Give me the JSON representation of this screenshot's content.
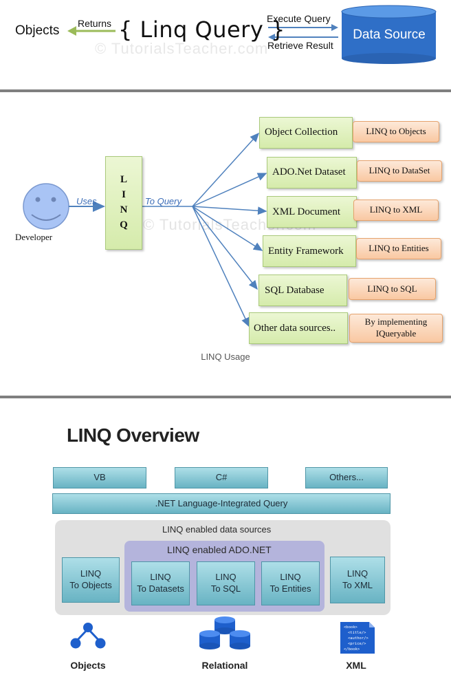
{
  "section1": {
    "objects": "Objects",
    "returns": "Returns",
    "query": "{ Linq Query }",
    "execute": "Execute Query",
    "retrieve": "Retrieve Result",
    "data_source": "Data Source",
    "watermark": "© TutorialsTeacher.com",
    "colors": {
      "arrow_green": "#9bbb59",
      "arrow_blue": "#4f81bd",
      "cylinder": "#2f6fc7"
    }
  },
  "section2": {
    "developer": "Developer",
    "uses": "Uses",
    "to_query": "To Query",
    "linq_letters": [
      "L",
      "I",
      "N",
      "Q"
    ],
    "watermark": "© TutorialsTeacher.com",
    "caption": "LINQ Usage",
    "sources": [
      {
        "label": "Object Collection",
        "provider": "LINQ to Objects"
      },
      {
        "label": "ADO.Net Dataset",
        "provider": "LINQ to DataSet"
      },
      {
        "label": "XML Document",
        "provider": "LINQ to XML"
      },
      {
        "label": "Entity Framework",
        "provider": "LINQ to Entities"
      },
      {
        "label": "SQL Database",
        "provider": "LINQ to SQL"
      },
      {
        "label": "Other data sources..",
        "provider_lines": [
          "By implementing",
          "IQueryable"
        ]
      }
    ],
    "colors": {
      "green": "#d5ebab",
      "orange": "#f9c8a2",
      "arrow": "#4f81bd",
      "face": "#a9c4f5"
    }
  },
  "section3": {
    "title": "LINQ Overview",
    "languages": [
      "VB",
      "C#",
      "Others..."
    ],
    "integrated": ".NET Language-Integrated Query",
    "enabled_sources": "LINQ enabled data sources",
    "enabled_ado": "LINQ enabled ADO.NET",
    "providers": [
      [
        "LINQ",
        "To Objects"
      ],
      [
        "LINQ",
        "To Datasets"
      ],
      [
        "LINQ",
        "To SQL"
      ],
      [
        "LINQ",
        "To Entities"
      ],
      [
        "LINQ",
        "To XML"
      ]
    ],
    "bottom": [
      "Objects",
      "Relational",
      "XML"
    ],
    "xml_icon_lines": [
      "<book>",
      "<title/>",
      "<author/>",
      "<price/>",
      "</book>"
    ],
    "colors": {
      "teal": "#68b3c3",
      "panel_grey": "#e0e0e0",
      "panel_purple": "#b4b4dc",
      "icon_blue": "#1e5fcc"
    }
  }
}
